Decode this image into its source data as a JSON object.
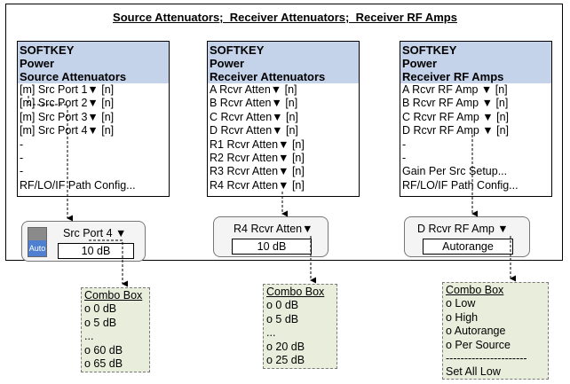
{
  "title": "Source Attenuators;  Receiver Attenuators;  Receiver RF Amps",
  "menus": [
    {
      "header": [
        "SOFTKEY",
        "Power",
        "Source Attenuators"
      ],
      "items": [
        "[m] Src Port 1▼ [n]",
        "[m] Src Port 2▼ [n]",
        "[m] Src Port 3▼ [n]",
        "[m] Src Port 4▼ [n]",
        "-",
        "-",
        "-",
        "RF/LO/IF Path Config..."
      ]
    },
    {
      "header": [
        "SOFTKEY",
        "Power",
        "Receiver Attenuators"
      ],
      "items": [
        "A Rcvr Atten▼ [n]",
        "B Rcvr Atten▼ [n]",
        "C Rcvr Atten▼ [n]",
        "D Rcvr Atten▼ [n]",
        "R1 Rcvr Atten▼ [n]",
        "R2 Rcvr Atten▼ [n]",
        "R3 Rcvr Atten▼ [n]",
        "R4 Rcvr Atten▼ [n]"
      ]
    },
    {
      "header": [
        "SOFTKEY",
        "Power",
        "Receiver RF Amps"
      ],
      "items": [
        "A Rcvr RF Amp ▼ [n]",
        "B Rcvr RF Amp ▼ [n]",
        "C Rcvr RF Amp ▼ [n]",
        "D Rcvr RF Amp ▼ [n]",
        "-",
        "-",
        "Gain Per Src Setup...",
        "RF/LO/IF Path Config..."
      ]
    }
  ],
  "controls": [
    {
      "label": "Src Port 4 ▼",
      "value": "10 dB",
      "auto_label": "Auto"
    },
    {
      "label": "R4 Rcvr Atten▼",
      "value": "10 dB"
    },
    {
      "label": "D Rcvr RF Amp  ▼",
      "value": "Autorange"
    }
  ],
  "combos": [
    {
      "title": "Combo Box",
      "items": [
        "o 0 dB",
        "o 5 dB",
        "...",
        "o 60 dB",
        "o 65 dB"
      ]
    },
    {
      "title": "Combo Box",
      "items": [
        "o 0 dB",
        "o 5 dB",
        "...",
        "o 20 dB",
        "o 25 dB"
      ]
    },
    {
      "title": "Combo Box",
      "items": [
        "o Low",
        "o High",
        "o Autorange",
        "o Per Source",
        "----------------------",
        "Set All Low"
      ]
    }
  ],
  "colors": {
    "menu_header": "#c5d3ea",
    "combo_fill": "#e9eedc",
    "auto_blue": "#4f7fd0"
  }
}
